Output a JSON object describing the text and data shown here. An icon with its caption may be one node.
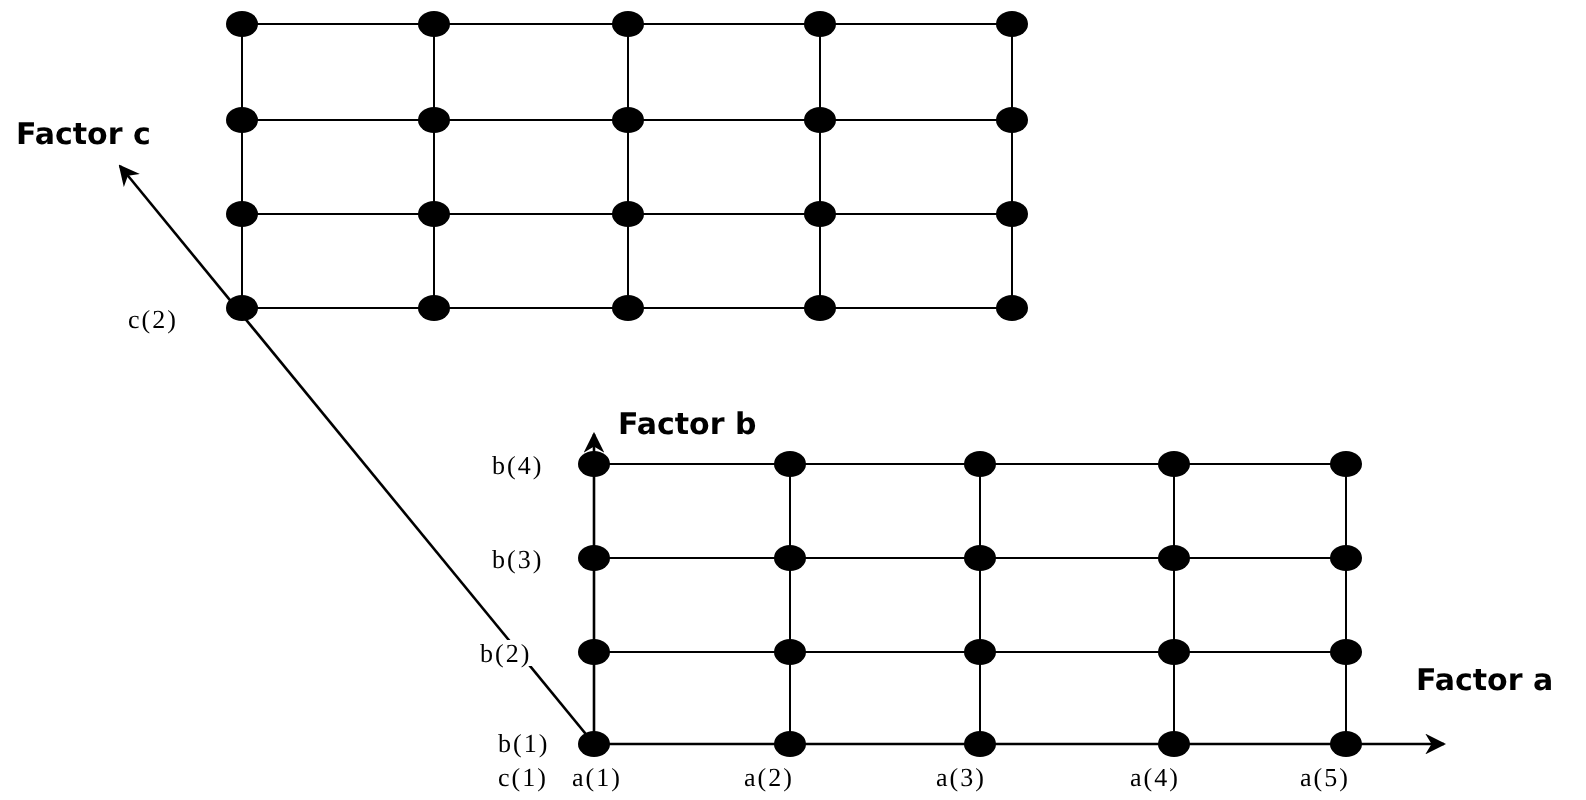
{
  "diagram": {
    "labels": [
      "Factor c",
      "c(2)",
      "Factor b",
      "b(4)",
      "b(3)",
      "b(2)",
      "Factor a",
      "b(1)",
      "c(1)",
      "a(1)",
      "a(2)",
      "a(3)",
      "a(4)",
      "a(5)"
    ]
  }
}
